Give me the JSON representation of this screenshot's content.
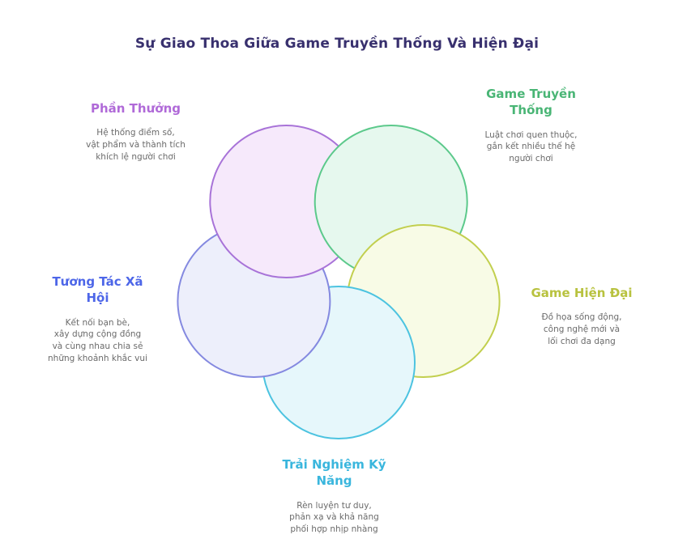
{
  "title": "Sự Giao Thoa Giữa Game Truyền Thống Và Hiện Đại",
  "theme": {
    "title_color": "#38306e",
    "description_color": "#6b6b6b",
    "background": "#ffffff"
  },
  "nodes": {
    "rewards": {
      "label": "Phần Thưởng",
      "color": "#b06ad8",
      "description": "Hệ thống điểm số,\nvật phẩm và thành tích\nkhích lệ người chơi"
    },
    "traditional": {
      "label": "Game Truyền Thống",
      "color": "#49b575",
      "description": "Luật chơi quen thuộc,\ngắn kết nhiều thế hệ\nngười chơi"
    },
    "modern": {
      "label": "Game Hiện Đại",
      "color": "#b8c23f",
      "description": "Đồ họa sống động,\ncông nghệ mới và\nlối chơi đa dạng"
    },
    "skill": {
      "label": "Trải Nghiệm Kỹ Năng",
      "color": "#3ab6dd",
      "description": "Rèn luyện tư duy,\nphản xạ và khả năng\nphối hợp nhịp nhàng"
    },
    "social": {
      "label": "Tương Tác Xã Hội",
      "color": "#4d66e8",
      "description": "Kết nối bạn bè,\nxây dựng cộng đồng\nvà cùng nhau chia sẻ\nnhững khoảnh khắc vui"
    }
  },
  "diagram": {
    "petals": [
      {
        "name": "rewards",
        "fill": "#f6e9fb",
        "stroke": "#a873d8"
      },
      {
        "name": "traditional",
        "fill": "#e6f8ee",
        "stroke": "#5cc98b"
      },
      {
        "name": "modern",
        "fill": "#f8fbe6",
        "stroke": "#c2cf4e"
      },
      {
        "name": "skill",
        "fill": "#e6f7fb",
        "stroke": "#4cc3e0"
      },
      {
        "name": "social",
        "fill": "#edeffb",
        "stroke": "#8489e0"
      }
    ]
  }
}
